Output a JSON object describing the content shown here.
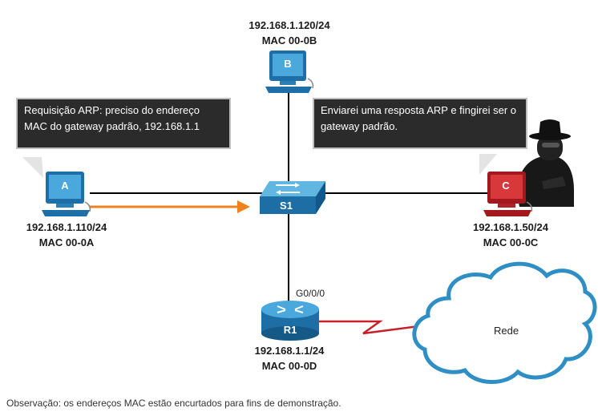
{
  "colors": {
    "pc_blue": "#2f8fc5",
    "pc_red": "#c8262a",
    "arrow": "#f0821e",
    "wan_link": "#c8202a",
    "cloud_stroke": "#2f8fc5",
    "line": "#000000"
  },
  "hosts": {
    "a": {
      "letter": "A",
      "ip": "192.168.1.110/24",
      "mac": "MAC 00-0A",
      "icon": "pc-icon"
    },
    "b": {
      "letter": "B",
      "ip": "192.168.1.120/24",
      "mac": "MAC 00-0B",
      "icon": "pc-icon"
    },
    "c": {
      "letter": "C",
      "ip": "192.168.1.50/24",
      "mac": "MAC 00-0C",
      "icon": "attacker-pc-icon"
    }
  },
  "switch": {
    "label": "S1",
    "icon": "switch-icon"
  },
  "router": {
    "label": "R1",
    "icon": "router-icon",
    "ip": "192.168.1.1/24",
    "mac": "MAC 00-0D",
    "port": "G0/0/0"
  },
  "cloud": {
    "label": "Rede",
    "icon": "cloud-icon"
  },
  "bubbles": {
    "a": "Requisição ARP: preciso do endereço MAC do gateway padrão, 192.168.1.1",
    "c": "Enviarei uma resposta ARP e fingirei ser o gateway padrão."
  },
  "footnote": "Observação: os endereços MAC estão encurtados para fins de demonstração."
}
